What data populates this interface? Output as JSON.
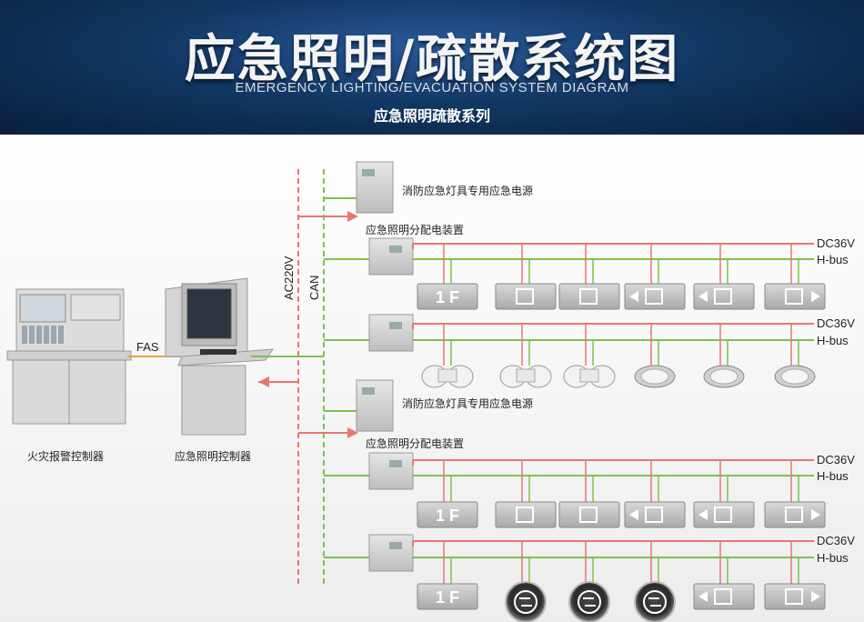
{
  "header": {
    "title": "应急照明/疏散系统图",
    "subtitle_en": "EMERGENCY LIGHTING/EVACUATION SYSTEM DIAGRAM",
    "subtitle_cn": "应急照明疏散系列"
  },
  "labels": {
    "fire_alarm_controller": "火灾报警控制器",
    "emergency_lighting_controller": "应急照明控制器",
    "fas": "FAS",
    "ac220v": "AC220V",
    "can": "CAN",
    "power_supply_1": "消防应急灯具专用应急电源",
    "power_supply_2": "消防应急灯具专用应急电源",
    "dist_device_1": "应急照明分配电装置",
    "dist_device_2": "应急照明分配电装置"
  },
  "buses": {
    "dc": "DC36V",
    "h": "H-bus"
  },
  "sign_texts": {
    "floor": "1 F"
  },
  "colors": {
    "power_line": "#e8766f",
    "bus_line": "#7cc24a",
    "header_bg": "#123764"
  }
}
